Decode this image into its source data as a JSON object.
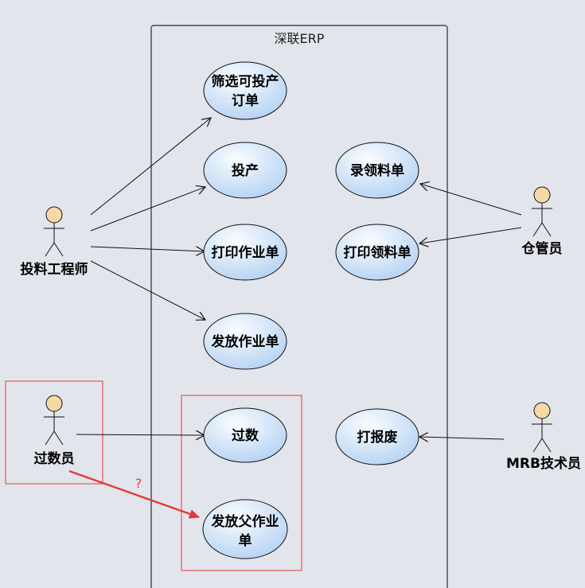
{
  "system": {
    "title": "深联ERP"
  },
  "actors": {
    "feeding_engineer": "投料工程师",
    "warehouse_keeper": "仓管员",
    "counter": "过数员",
    "mrb_tech": "MRB技术员"
  },
  "use_cases": {
    "filter_orders_line1": "筛选可投产",
    "filter_orders_line2": "订单",
    "produce": "投产",
    "print_work_order": "打印作业单",
    "release_work_order": "发放作业单",
    "count": "过数",
    "release_parent_line1": "发放父作业",
    "release_parent_line2": "单",
    "record_requisition": "录领料单",
    "print_requisition": "打印领料单",
    "scrap": "打报废"
  },
  "annotation": {
    "question_mark": "?"
  },
  "colors": {
    "background": "#e3e5ec",
    "usecase_fill_top": "#f4f8fd",
    "usecase_fill_bottom": "#b9d6f4",
    "actor_head": "#f6d9a6",
    "highlight_box": "#e53935",
    "arrow_red": "#e53935"
  }
}
